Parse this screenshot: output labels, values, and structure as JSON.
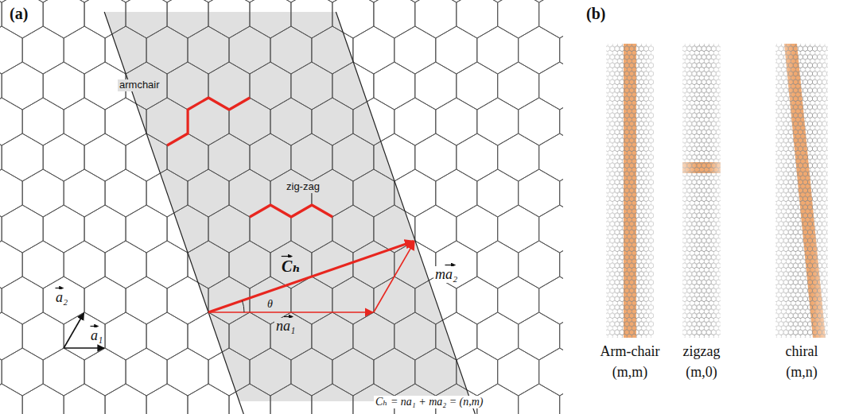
{
  "diagram": {
    "labels": [
      "(a)",
      "armchair",
      "zig-zag",
      "Cₕ",
      "θ",
      "na₁",
      "ma₂",
      "a₂",
      "a₁",
      "Cₕ = na₁ + ma₂ = (n,m)",
      "(b)",
      "Arm-chair",
      "(m,m)",
      "zigzag",
      "(m,0)",
      "chiral",
      "(m,n)"
    ]
  }
}
